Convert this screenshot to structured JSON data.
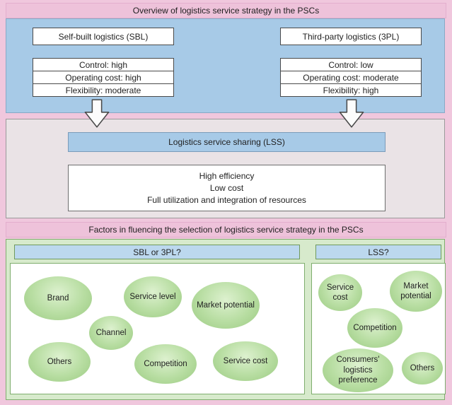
{
  "top_banner": "Overview of logistics service strategy in the PSCs",
  "factors_banner": "Factors in fluencing the selection of logistics service strategy in the PSCs",
  "sbl": {
    "title": "Self-built logistics (SBL)",
    "attrs": [
      "Control: high",
      "Operating cost: high",
      "Flexibility: moderate"
    ]
  },
  "tpl": {
    "title": "Third-party logistics (3PL)",
    "attrs": [
      "Control: low",
      "Operating cost: moderate",
      "Flexibility: high"
    ]
  },
  "lss": {
    "title": "Logistics service sharing (LSS)",
    "benefits": [
      "High efficiency",
      "Low cost",
      "Full utilization and integration of resources"
    ]
  },
  "left_panel": {
    "header": "SBL or 3PL?",
    "bubbles": [
      "Brand",
      "Service level",
      "Market potential",
      "Channel",
      "Others",
      "Competition",
      "Service cost"
    ]
  },
  "right_panel": {
    "header": "LSS?",
    "bubbles": [
      "Service cost",
      "Market potential",
      "Competition",
      "Consumers' logistics preference",
      "Others"
    ]
  },
  "colors": {
    "pink_background": "#f0c7dd",
    "banner_pink": "#eec2da",
    "blue_section": "#a7cae7",
    "middle_section": "#eae3e6",
    "green_section": "#d7eacc",
    "bubble_green": "#9bca82",
    "header_blue": "#bcd8ee"
  },
  "icons": {
    "down_arrow": "hollow block arrow pointing down"
  }
}
